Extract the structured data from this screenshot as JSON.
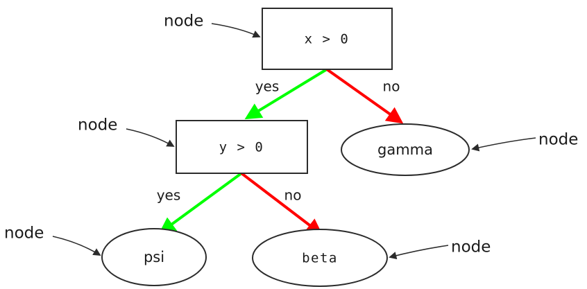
{
  "diagram": {
    "title": "decision-tree",
    "background_color": "#ffffff",
    "shape_stroke_color": "#2b2b2b",
    "yes_edge_color": "#00ff00",
    "no_edge_color": "#ff0000",
    "nodes": [
      {
        "id": "root",
        "shape": "box",
        "label": "x > 0",
        "font": "mono"
      },
      {
        "id": "second",
        "shape": "box",
        "label": "y > 0",
        "font": "mono"
      },
      {
        "id": "gamma",
        "shape": "ellipse",
        "label": "gamma",
        "font": "sans"
      },
      {
        "id": "psi",
        "shape": "ellipse",
        "label": "psi",
        "font": "sans"
      },
      {
        "id": "beta",
        "shape": "ellipse",
        "label": "beta",
        "font": "mono"
      }
    ],
    "edges": [
      {
        "id": "root-yes",
        "from": "root",
        "to": "second",
        "label": "yes",
        "color": "#00ff00"
      },
      {
        "id": "root-no",
        "from": "root",
        "to": "gamma",
        "label": "no",
        "color": "#ff0000"
      },
      {
        "id": "second-yes",
        "from": "second",
        "to": "psi",
        "label": "yes",
        "color": "#00ff00"
      },
      {
        "id": "second-no",
        "from": "second",
        "to": "beta",
        "label": "no",
        "color": "#ff0000"
      }
    ],
    "annotations": [
      {
        "id": "annot-root",
        "label": "node",
        "target": "root"
      },
      {
        "id": "annot-second",
        "label": "node",
        "target": "second"
      },
      {
        "id": "annot-gamma",
        "label": "node",
        "target": "gamma"
      },
      {
        "id": "annot-psi",
        "label": "node",
        "target": "psi"
      },
      {
        "id": "annot-beta",
        "label": "node",
        "target": "beta"
      }
    ]
  }
}
